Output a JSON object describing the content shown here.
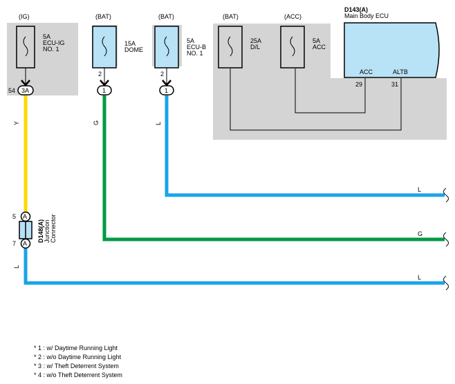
{
  "fuses": [
    {
      "source": "(IG)",
      "rating": "5A",
      "name_line1": "ECU-IG",
      "name_line2": "NO. 1",
      "pin": "54",
      "connector": "3A"
    },
    {
      "source": "(BAT)",
      "rating": "15A",
      "name_line1": "DOME",
      "name_line2": "",
      "pin": "2",
      "connector": "1"
    },
    {
      "source": "(BAT)",
      "rating": "5A",
      "name_line1": "ECU-B",
      "name_line2": "NO. 1",
      "pin": "2",
      "connector": "1"
    },
    {
      "source": "(BAT)",
      "rating": "25A",
      "name_line1": "D/L",
      "name_line2": ""
    },
    {
      "source": "(ACC)",
      "rating": "5A",
      "name_line1": "ACC",
      "name_line2": ""
    }
  ],
  "ecu": {
    "id": "D143(A)",
    "name": "Main Body ECU",
    "pins": [
      {
        "label": "ACC",
        "number": "29"
      },
      {
        "label": "ALTB",
        "number": "31"
      }
    ]
  },
  "junction": {
    "id": "D148(A)",
    "name_line1": "Junction",
    "name_line2": "Connector",
    "pin_top": "5",
    "pin_bottom": "7",
    "conn_label": "A"
  },
  "wire_labels": {
    "ig_wire": "Y",
    "dome_wire": "G",
    "ecub_wire": "L",
    "junction_out": "L",
    "right_l_top": "L",
    "right_g": "G",
    "right_l_bottom": "L"
  },
  "colors": {
    "yellow": "#ffd800",
    "green": "#009a44",
    "blue": "#1aa3e8",
    "panel": "#d4d4d4",
    "ecu_fill": "#b8e2f5"
  },
  "notes": [
    "* 1 : w/ Daytime Running Light",
    "* 2 : w/o Daytime Running Light",
    "* 3 : w/ Theft Deterrent System",
    "* 4 : w/o Theft Deterrent System"
  ]
}
